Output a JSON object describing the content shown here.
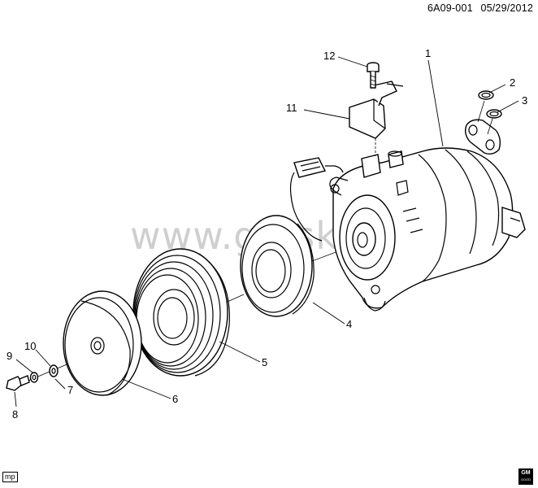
{
  "header": {
    "code": "6A09-001",
    "date": "05/29/2012"
  },
  "watermark": "www.gmsklan.ru",
  "callouts": [
    "1",
    "2",
    "3",
    "4",
    "5",
    "6",
    "7",
    "8",
    "9",
    "10",
    "11",
    "12"
  ],
  "footer": {
    "left_tag": "mp",
    "logo_text": "GM",
    "logo_sub": "GOOD"
  }
}
